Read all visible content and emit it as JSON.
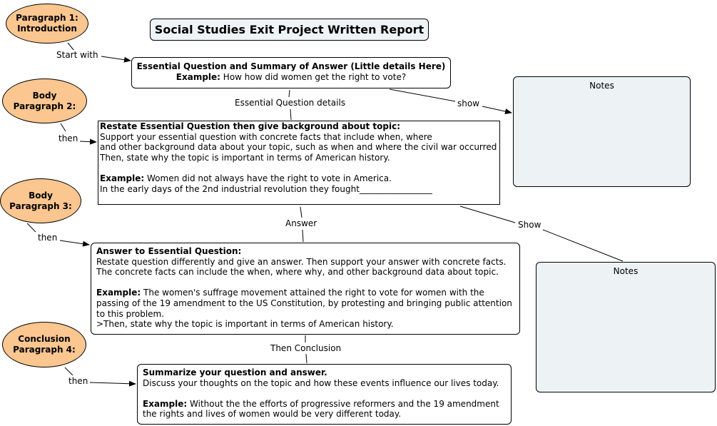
{
  "title": "Social Studies Exit Project Written Report",
  "ovals": {
    "p1": "Paragraph 1:\nIntroduction",
    "p2": "Body\nParagraph 2:",
    "p3": "Body\nParagraph 3:",
    "p4": "Conclusion\nParagraph 4:"
  },
  "intro_box": {
    "heading": "Essential Question and Summary of Answer (Little details Here)",
    "example_label": "Example:",
    "example_text": " How how did women get the right to vote?"
  },
  "body2_box": {
    "heading": "Restate Essential Question then give background about topic:",
    "text": "Support your essential question with concrete facts that include when, where\nand other background data about your topic, such as when and where the civil war occurred\nThen, state why the topic is important in terms of American history.",
    "example_label": "Example:",
    "example_text": " Women did not always have the right to vote in America.",
    "example_line2": "In the early days of the 2nd industrial revolution they fought_________________"
  },
  "body3_box": {
    "heading": "Answer to Essential Question:",
    "text": "Restate question differently and give an answer. Then support your answer with concrete facts.\nThe concrete facts can include the when, where why, and other background data about topic.",
    "example_label": "Example:",
    "example_text": " The women's suffrage movement attained the right to vote for women with the passing of the 19 amendment to the US Constitution, by protesting and bringing public attention to this problem.",
    "example_line2": ">Then, state why the topic is important in terms of American history."
  },
  "conclusion_box": {
    "heading": "Summarize your question and answer.",
    "text": "Discuss your thoughts on the topic and how these events influence our lives today.",
    "example_label": "Example:",
    "example_text": " Without the the efforts of progressive reformers and the 19 amendment the rights and lives of women would be very different today."
  },
  "notes": {
    "top": "Notes",
    "bottom": "Notes"
  },
  "links": {
    "start_with": "Start with",
    "then_p2": "then",
    "then_p3": "then",
    "then_p4": "then",
    "essential_question_details": "Essential Question details",
    "answer": "Answer",
    "then_conclusion": "Then Conclusion",
    "show_top": "show",
    "show_bottom": "Show"
  },
  "colors": {
    "oval_fill": "#fbc68f",
    "notes_fill": "#edf2f4",
    "title_fill": "#eef3f5"
  }
}
